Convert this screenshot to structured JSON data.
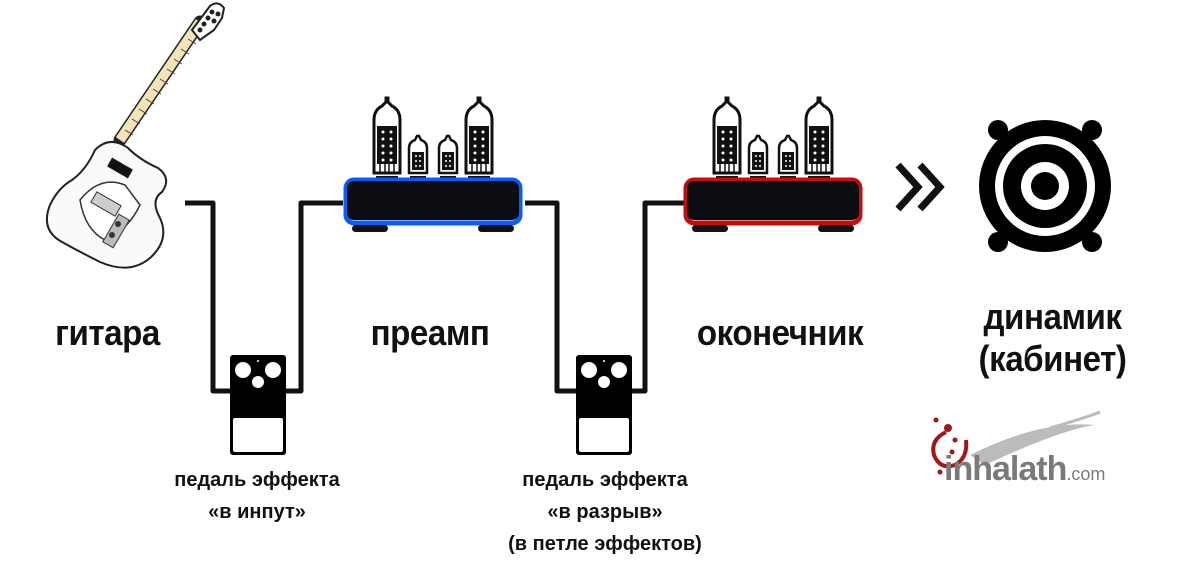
{
  "labels": {
    "guitar": "гитара",
    "preamp": "преамп",
    "power_amp": "оконечник",
    "speaker_line1": "динамик",
    "speaker_line2": "(кабинет)"
  },
  "pedal_input": {
    "line1": "педаль эффекта",
    "line2": "«в инпут»"
  },
  "pedal_loop": {
    "line1": "педаль эффекта",
    "line2": "«в разрыв»",
    "line3": "(в петле эффектов)"
  },
  "logo": {
    "name": "inhalath",
    "suffix": ".com"
  },
  "colors": {
    "preamp_border": "#0a5cf5",
    "power_amp_border": "#c40d0d",
    "logo_red": "#a01818",
    "logo_gray": "#7a7a7a"
  }
}
